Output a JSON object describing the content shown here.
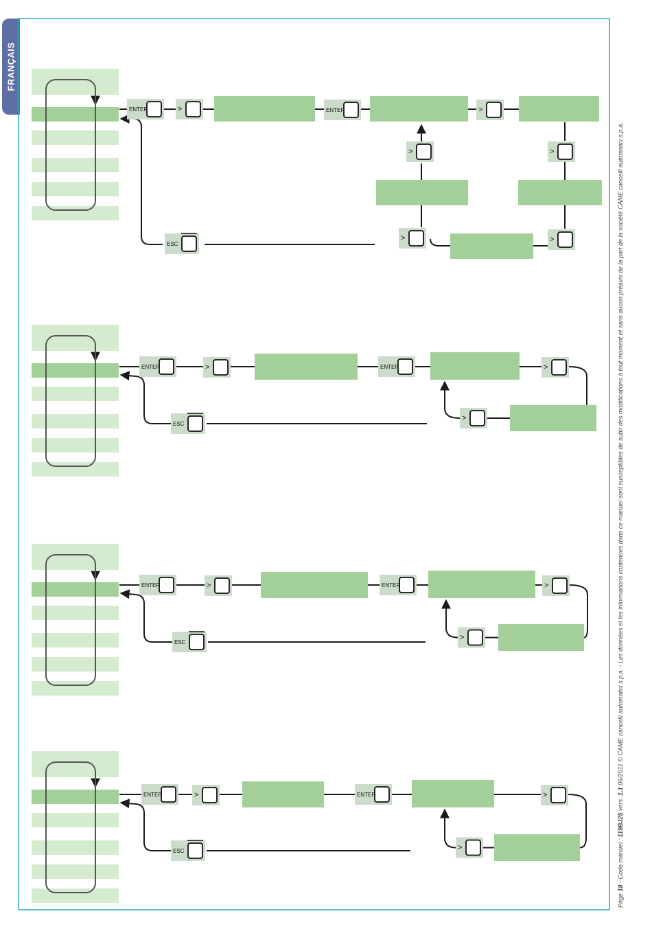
{
  "language_tab": "FRANÇAIS",
  "keys": {
    "enter": "ENTER",
    "next": ">",
    "esc": "ESC"
  },
  "footer": {
    "page_word": "Page",
    "page_number": "18",
    "code_prefix": "- Code manuel :",
    "code": "119BJ25",
    "version_word": "vers.",
    "version": "1.1",
    "date_copyright": "06/2011 © CAME cancelli automatici s.p.a. - Les données et les informations contenues dans ce manuel sont susceptibles de subir des modifications à tout moment et sans aucun préavis de la part de la société CAME cancelli automatici s.p.a."
  },
  "colors": {
    "green": "#a3cf98",
    "light_green": "#d5ebd0",
    "key_bg": "#ccdcca",
    "frame": "#2aa6c8",
    "line": "#1a1a1a",
    "tab": "#5e6fa5"
  }
}
